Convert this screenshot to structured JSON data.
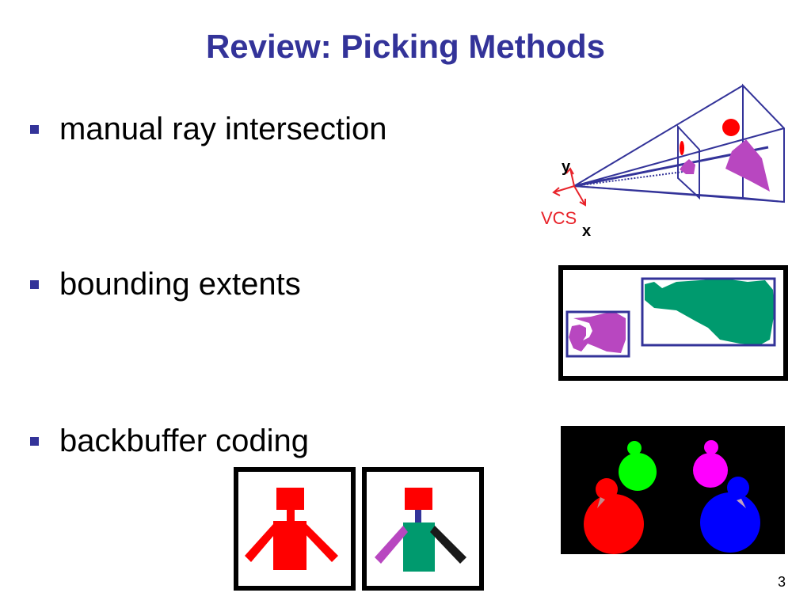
{
  "slide": {
    "title": "Review: Picking Methods",
    "page_number": "3"
  },
  "bullets": [
    {
      "label": "manual ray intersection"
    },
    {
      "label": "bounding extents"
    },
    {
      "label": "backbuffer coding"
    }
  ],
  "ray_figure": {
    "axis_y_label": "y",
    "axis_x_label": "x",
    "vcs_label": "VCS"
  },
  "colors": {
    "title": "#333399",
    "bullet": "#333399",
    "frustum": "#333399",
    "axes": "#e8232a",
    "magenta": "#b847c0",
    "teal": "#009a6e",
    "red": "#ff0000",
    "green": "#00ff00",
    "blue": "#0000ff",
    "pink": "#ff00ff"
  }
}
